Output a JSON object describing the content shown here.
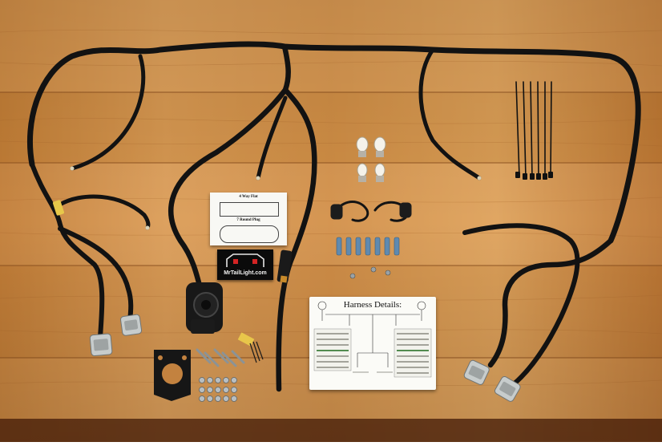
{
  "scene": {
    "surface": "wooden-table",
    "colors": {
      "wood_light": "#d9974f",
      "wood_mid": "#c98540",
      "wood_dark": "#9c5d27",
      "wire": "#111111",
      "connector": "#c9cfcf"
    }
  },
  "harness_card": {
    "title": "Harness Details:"
  },
  "plug_card": {
    "title_top": "4 Way Flat",
    "title_mid": "7 Round Plug"
  },
  "logo": {
    "text": "MrTailLight.com"
  },
  "icons": [
    "wire-harness-icon",
    "bulb-icon",
    "zip-tie-icon",
    "connector-icon",
    "mounting-bracket-icon",
    "screw-icon"
  ]
}
